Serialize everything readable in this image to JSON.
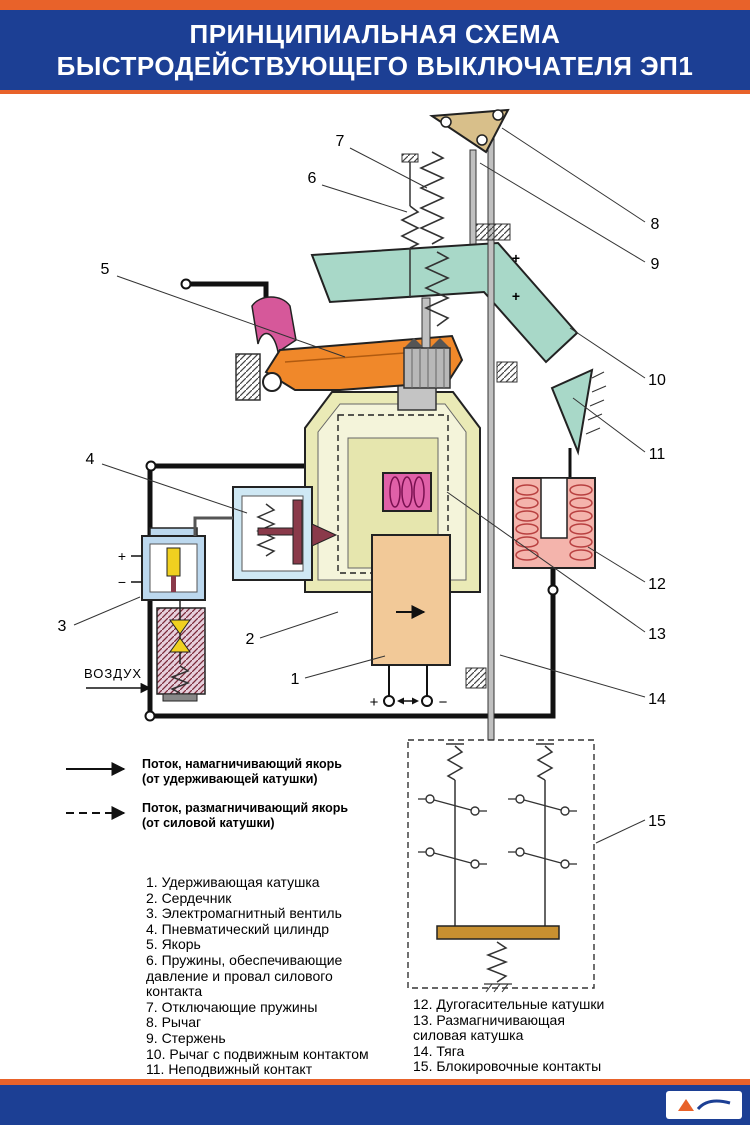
{
  "header": {
    "title_line1": "ПРИНЦИПИАЛЬНАЯ СХЕМА",
    "title_line2": "БЫСТРОДЕЙСТВУЮЩЕГО ВЫКЛЮЧАТЕЛЯ ЭП1"
  },
  "diagram": {
    "air_label": "ВОЗДУХ",
    "plus": "+",
    "minus": "−",
    "callouts": [
      "1",
      "2",
      "3",
      "4",
      "5",
      "6",
      "7",
      "8",
      "9",
      "10",
      "11",
      "12",
      "13",
      "14",
      "15"
    ]
  },
  "legend": {
    "items": [
      {
        "style": "solid",
        "line1": "Поток, намагничивающий якорь",
        "line2": "(от удерживающей катушки)"
      },
      {
        "style": "dashed",
        "line1": "Поток, размагничивающий якорь",
        "line2": "(от силовой катушки)"
      }
    ]
  },
  "parts_left": [
    "1. Удерживающая катушка",
    "2. Сердечник",
    "3. Электромагнитный вентиль",
    "4. Пневматический цилиндр",
    "5. Якорь",
    "6. Пружины, обеспечивающие давление и провал силового контакта",
    "7. Отключающие пружины",
    "8. Рычаг",
    "9. Стержень",
    "10. Рычаг с подвижным контактом",
    "11. Неподвижный контакт"
  ],
  "parts_right": [
    "12. Дугогасительные катушки",
    "13. Размагничивающая силовая катушка",
    "14. Тяга",
    "15. Блокировочные контакты"
  ],
  "colors": {
    "header_bg": "#1c3f94",
    "accent_orange": "#e8622a",
    "lever_teal": "#a8d8c8",
    "armature_orange": "#f0882a",
    "coil_magenta": "#e060a8",
    "arc_coil_pink": "#f4b4ac",
    "housing_yellow": "#eaeab6",
    "core_tan": "#f2c998",
    "cylinder_blue": "#cfe8f4"
  }
}
